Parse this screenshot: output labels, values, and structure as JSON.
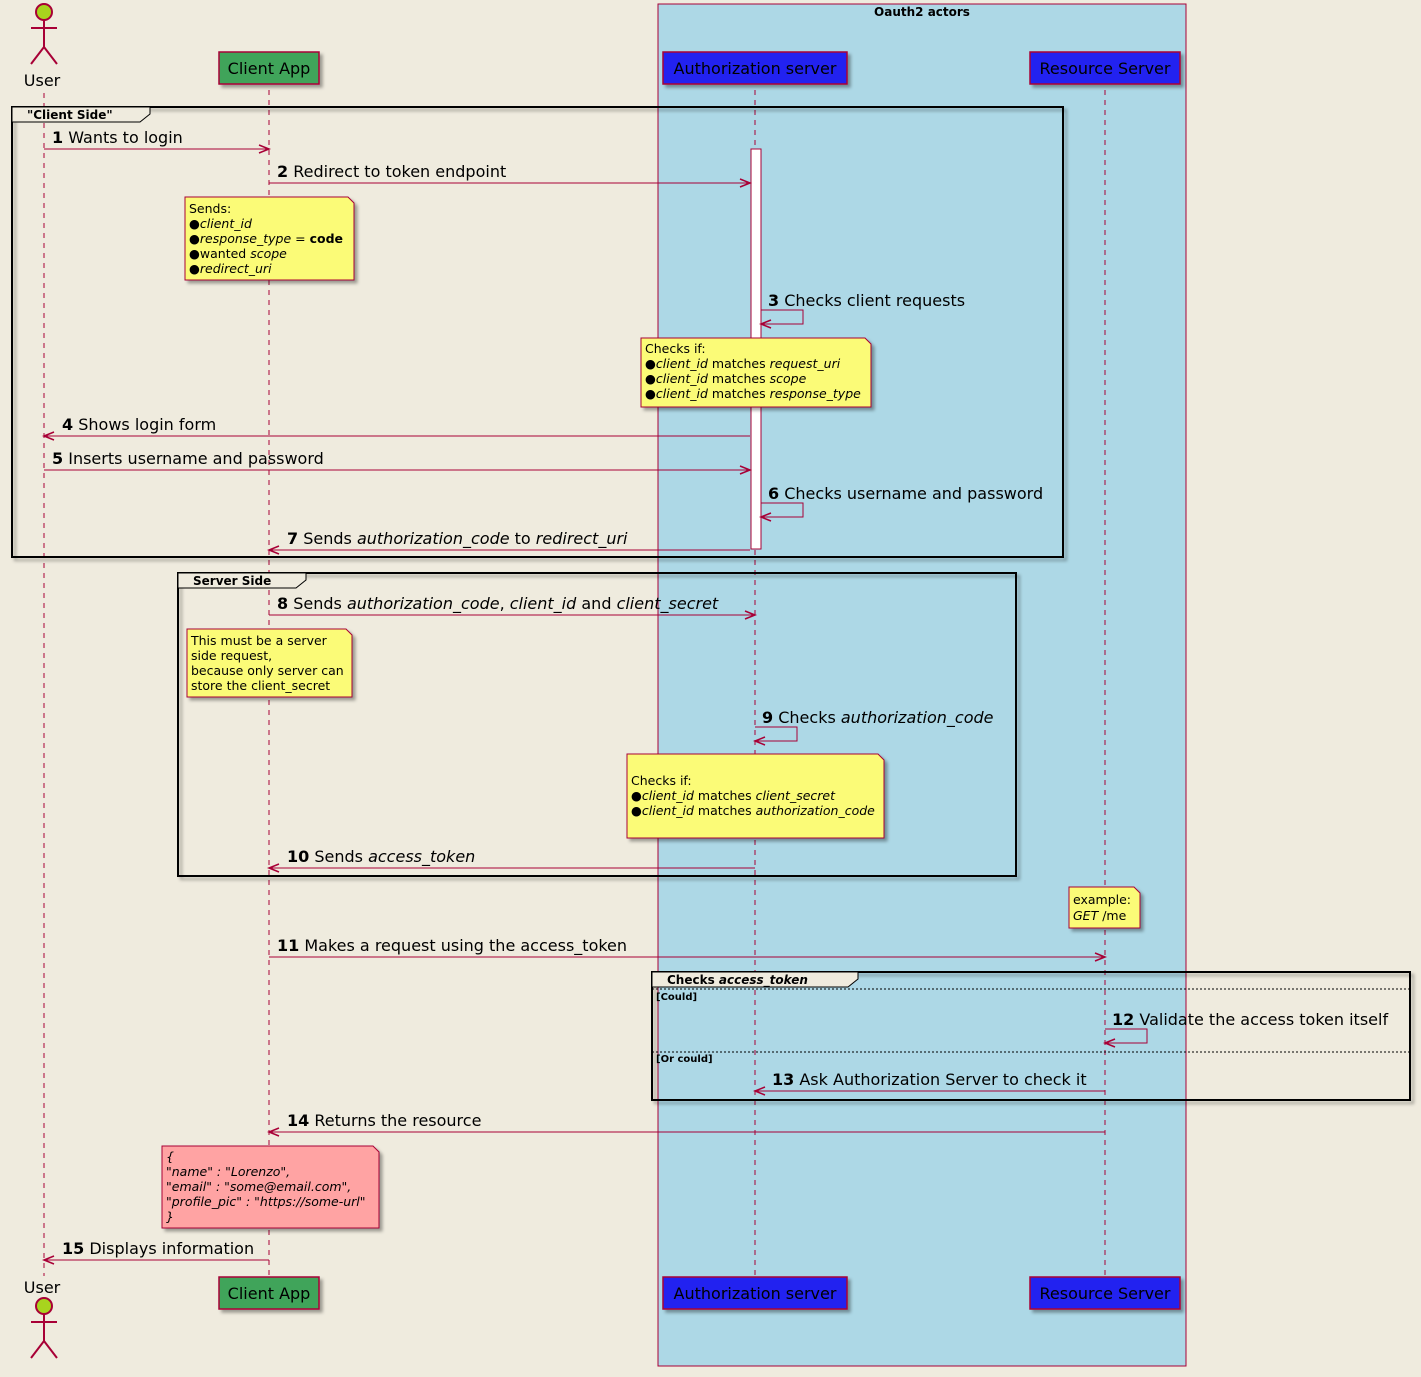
{
  "colors": {
    "background": "#efebde",
    "box": "#add8e6",
    "line": "#a80036",
    "client_app": "#40a45a",
    "server": "#2424f0",
    "note": "#fbfb77",
    "note_response": "#ffa3a3",
    "actor_head": "#a8d41e"
  },
  "box": {
    "title": "Oauth2 actors"
  },
  "participants": [
    {
      "id": "user",
      "label": "User",
      "kind": "actor"
    },
    {
      "id": "client",
      "label": "Client App",
      "kind": "participant"
    },
    {
      "id": "auth",
      "label": "Authorization server",
      "kind": "participant"
    },
    {
      "id": "resource",
      "label": "Resource Server",
      "kind": "participant"
    }
  ],
  "frames": [
    {
      "id": "client-side",
      "label": "\"Client Side\""
    },
    {
      "id": "server-side",
      "label": "Server Side"
    },
    {
      "id": "checks-token",
      "label_prefix": "Checks ",
      "label_italic": "access_token",
      "guards": [
        "[Could]",
        "[Or could]"
      ]
    }
  ],
  "messages": [
    {
      "n": "1",
      "parts": [
        {
          "t": "Wants to login"
        }
      ]
    },
    {
      "n": "2",
      "parts": [
        {
          "t": "Redirect to token endpoint"
        }
      ]
    },
    {
      "n": "3",
      "parts": [
        {
          "t": "Checks client requests"
        }
      ]
    },
    {
      "n": "4",
      "parts": [
        {
          "t": "Shows login form"
        }
      ]
    },
    {
      "n": "5",
      "parts": [
        {
          "t": "Inserts username and password"
        }
      ]
    },
    {
      "n": "6",
      "parts": [
        {
          "t": "Checks username and password"
        }
      ]
    },
    {
      "n": "7",
      "parts": [
        {
          "t": "Sends "
        },
        {
          "t": "authorization_code",
          "i": true
        },
        {
          "t": " to "
        },
        {
          "t": "redirect_uri",
          "i": true
        }
      ]
    },
    {
      "n": "8",
      "parts": [
        {
          "t": "Sends "
        },
        {
          "t": "authorization_code",
          "i": true
        },
        {
          "t": ", "
        },
        {
          "t": "client_id",
          "i": true
        },
        {
          "t": " and "
        },
        {
          "t": "client_secret",
          "i": true
        }
      ]
    },
    {
      "n": "9",
      "parts": [
        {
          "t": "Checks "
        },
        {
          "t": "authorization_code",
          "i": true
        }
      ]
    },
    {
      "n": "10",
      "parts": [
        {
          "t": "Sends "
        },
        {
          "t": "access_token",
          "i": true
        }
      ]
    },
    {
      "n": "11",
      "parts": [
        {
          "t": "Makes a request using the access_token"
        }
      ]
    },
    {
      "n": "12",
      "parts": [
        {
          "t": "Validate the access token itself"
        }
      ]
    },
    {
      "n": "13",
      "parts": [
        {
          "t": "Ask Authorization Server to check it"
        }
      ]
    },
    {
      "n": "14",
      "parts": [
        {
          "t": "Returns the resource"
        }
      ]
    },
    {
      "n": "15",
      "parts": [
        {
          "t": "Displays information"
        }
      ]
    }
  ],
  "notes": [
    {
      "id": "note-sends",
      "lines": [
        [
          {
            "t": "Sends:"
          }
        ],
        [
          {
            "t": "●"
          },
          {
            "t": "client_id",
            "i": true
          }
        ],
        [
          {
            "t": "●"
          },
          {
            "t": "response_type",
            "i": true
          },
          {
            "t": " = "
          },
          {
            "t": "code",
            "b": true
          }
        ],
        [
          {
            "t": "●wanted "
          },
          {
            "t": "scope",
            "i": true
          }
        ],
        [
          {
            "t": "●"
          },
          {
            "t": "redirect_uri",
            "i": true
          }
        ]
      ]
    },
    {
      "id": "note-checks-client",
      "lines": [
        [
          {
            "t": "Checks if:"
          }
        ],
        [
          {
            "t": "●"
          },
          {
            "t": "client_id",
            "i": true
          },
          {
            "t": " matches "
          },
          {
            "t": "request_uri",
            "i": true
          }
        ],
        [
          {
            "t": "●"
          },
          {
            "t": "client_id",
            "i": true
          },
          {
            "t": " matches "
          },
          {
            "t": "scope",
            "i": true
          }
        ],
        [
          {
            "t": "●"
          },
          {
            "t": "client_id",
            "i": true
          },
          {
            "t": " matches "
          },
          {
            "t": "response_type",
            "i": true
          }
        ]
      ]
    },
    {
      "id": "note-server-side",
      "lines": [
        [
          {
            "t": "This must be a server"
          }
        ],
        [
          {
            "t": "side request,"
          }
        ],
        [
          {
            "t": "because only server can"
          }
        ],
        [
          {
            "t": "store the client_secret"
          }
        ]
      ]
    },
    {
      "id": "note-checks-code",
      "lines": [
        [
          {
            "t": "Checks if:"
          }
        ],
        [
          {
            "t": "●"
          },
          {
            "t": "client_id",
            "i": true
          },
          {
            "t": " matches "
          },
          {
            "t": "client_secret",
            "i": true
          }
        ],
        [
          {
            "t": "●"
          },
          {
            "t": "client_id",
            "i": true
          },
          {
            "t": " matches "
          },
          {
            "t": "authorization_code",
            "i": true
          }
        ]
      ]
    },
    {
      "id": "note-example",
      "lines": [
        [
          {
            "t": "example:"
          }
        ],
        [
          {
            "t": "GET",
            "i": true
          },
          {
            "t": " /me"
          }
        ]
      ]
    },
    {
      "id": "note-response",
      "lines": [
        [
          {
            "t": "{",
            "i": true
          }
        ],
        [
          {
            "t": "\"name\" : \"Lorenzo\",",
            "i": true
          }
        ],
        [
          {
            "t": "\"email\" : \"some@email.com\",",
            "i": true
          }
        ],
        [
          {
            "t": "\"profile_pic\" : \"https://some-url\"",
            "i": true
          }
        ],
        [
          {
            "t": "}",
            "i": true
          }
        ]
      ]
    }
  ]
}
